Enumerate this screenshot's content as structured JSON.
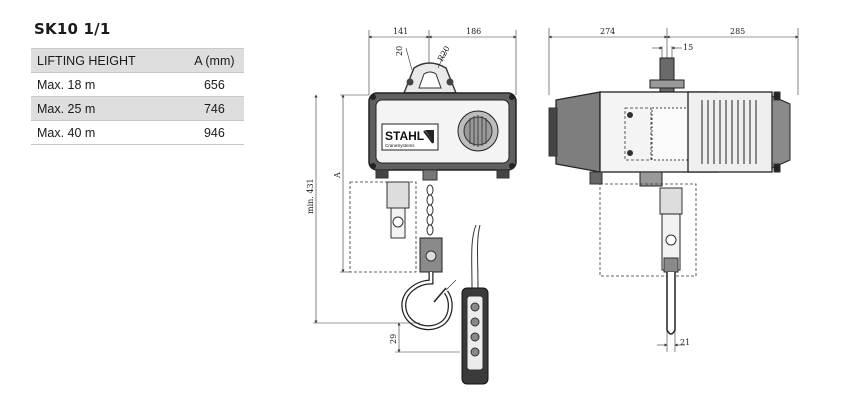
{
  "title": "SK10 1/1",
  "table": {
    "headers": [
      "LIFTING HEIGHT",
      "A (mm)"
    ],
    "rows": [
      {
        "label": "Max. 18 m",
        "value": "656"
      },
      {
        "label": "Max. 25 m",
        "value": "746"
      },
      {
        "label": "Max. 40 m",
        "value": "946"
      }
    ]
  },
  "drawing": {
    "brand": "STAHL",
    "brand_sub": "CraneSystems",
    "dims": {
      "d141": "141",
      "d186": "186",
      "d20": "20",
      "r20": "R20",
      "A": "A",
      "min431": "min. 431",
      "d29": "29",
      "d274": "274",
      "d285": "285",
      "d15": "15",
      "d21": "21"
    }
  }
}
